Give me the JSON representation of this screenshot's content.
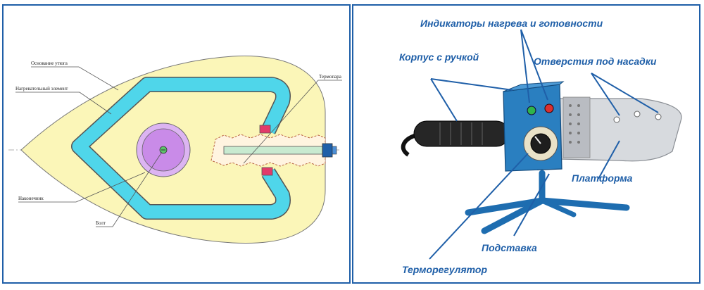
{
  "left_diagram": {
    "labels": {
      "base": "Основание утюга",
      "heating_element": "Нагревательный элемент",
      "tip": "Наконечник",
      "bolt": "Болт",
      "thermocouple": "Термопара"
    }
  },
  "right_photo": {
    "labels": {
      "indicators": "Индикаторы нагрева и готовности",
      "body_handle": "Корпус с ручкой",
      "holes": "Отверстия под насадки",
      "platform": "Платформа",
      "stand": "Подставка",
      "thermoregulator": "Терморегулятор"
    },
    "colors": {
      "label": "#1f5fa8",
      "body": "#2a7fc0",
      "led_green": "#2fb34a",
      "led_red": "#d93030",
      "platform": "#d7dade"
    }
  }
}
